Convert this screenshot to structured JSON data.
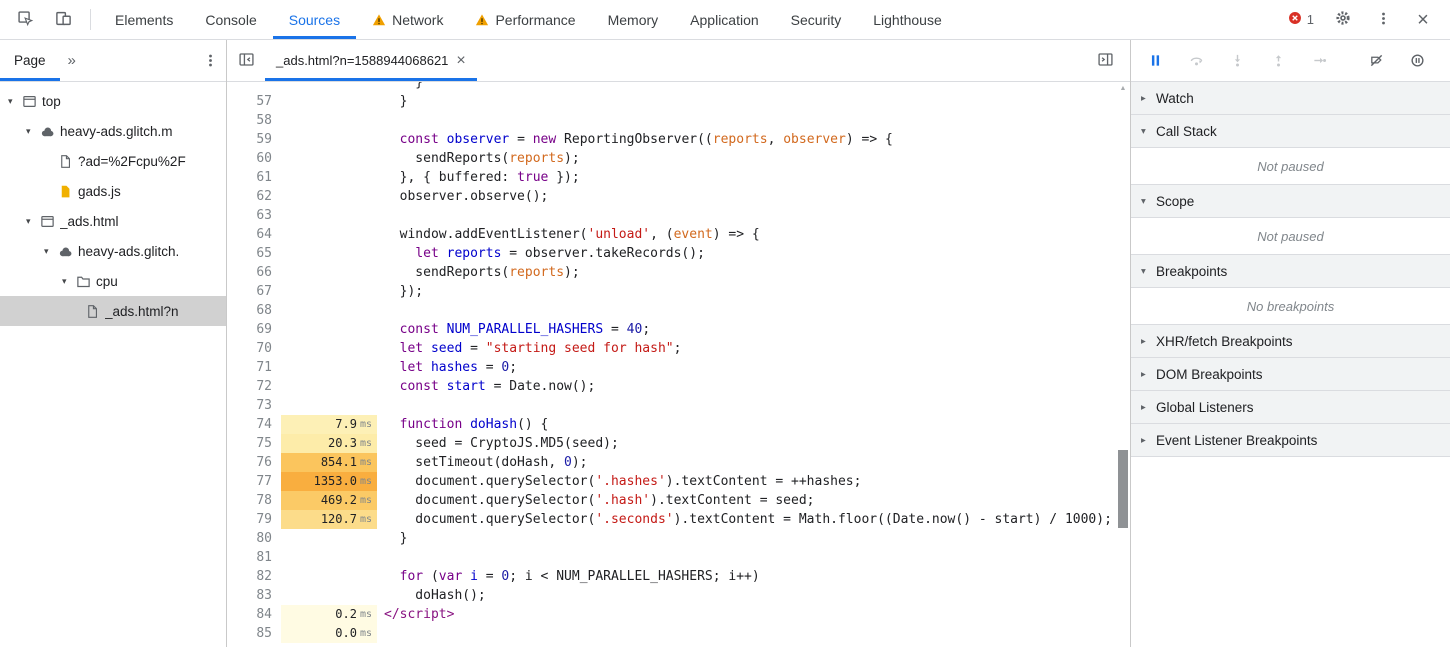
{
  "colors": {
    "accent": "#1a73e8",
    "warning": "#f0a000",
    "error": "#d93025",
    "selection": "#d1d1d1"
  },
  "main_toolbar": {
    "tabs": [
      {
        "label": "Elements"
      },
      {
        "label": "Console"
      },
      {
        "label": "Sources",
        "active": true
      },
      {
        "label": "Network",
        "warning": true
      },
      {
        "label": "Performance",
        "warning": true
      },
      {
        "label": "Memory"
      },
      {
        "label": "Application"
      },
      {
        "label": "Security"
      },
      {
        "label": "Lighthouse"
      }
    ],
    "error_count": "1"
  },
  "navigator": {
    "active_tab": "Page",
    "overflow_chevron": "»",
    "tree": [
      {
        "label": "top",
        "icon": "frame-icon",
        "level": 0,
        "expanded": true
      },
      {
        "label": "heavy-ads.glitch.m",
        "icon": "cloud-icon",
        "level": 1,
        "expanded": true
      },
      {
        "label": "?ad=%2Fcpu%2F",
        "icon": "file-icon",
        "level": 2
      },
      {
        "label": "gads.js",
        "icon": "js-file-icon",
        "level": 2
      },
      {
        "label": "_ads.html",
        "icon": "frame-icon",
        "level": 1,
        "expanded": true
      },
      {
        "label": "heavy-ads.glitch.",
        "icon": "cloud-icon",
        "level": 2,
        "expanded": true
      },
      {
        "label": "cpu",
        "icon": "folder-icon",
        "level": 3,
        "expanded": true
      },
      {
        "label": "_ads.html?n",
        "icon": "file-icon",
        "level": 3.5,
        "selected": true
      }
    ]
  },
  "editor": {
    "tab_title": "_ads.html?n=1588944068621",
    "perf_unit": "ms",
    "lines": [
      {
        "num": "",
        "tokens": [
          [
            "    }",
            "p"
          ]
        ]
      },
      {
        "num": "57",
        "tokens": [
          [
            "  }",
            "p"
          ]
        ]
      },
      {
        "num": "58",
        "tokens": []
      },
      {
        "num": "59",
        "tokens": [
          [
            "  ",
            "p"
          ],
          [
            "const",
            "k"
          ],
          [
            " ",
            "p"
          ],
          [
            "observer",
            "d"
          ],
          [
            " = ",
            "p"
          ],
          [
            "new",
            "k"
          ],
          [
            " ReportingObserver((",
            "p"
          ],
          [
            "reports",
            "a"
          ],
          [
            ", ",
            "p"
          ],
          [
            "observer",
            "a"
          ],
          [
            ") => {",
            "p"
          ]
        ]
      },
      {
        "num": "60",
        "tokens": [
          [
            "    sendReports(",
            "p"
          ],
          [
            "reports",
            "a"
          ],
          [
            ");",
            "p"
          ]
        ]
      },
      {
        "num": "61",
        "tokens": [
          [
            "  }, { buffered: ",
            "p"
          ],
          [
            "true",
            "k"
          ],
          [
            " });",
            "p"
          ]
        ]
      },
      {
        "num": "62",
        "tokens": [
          [
            "  observer.observe();",
            "p"
          ]
        ]
      },
      {
        "num": "63",
        "tokens": []
      },
      {
        "num": "64",
        "tokens": [
          [
            "  window.addEventListener(",
            "p"
          ],
          [
            "'unload'",
            "s"
          ],
          [
            ", (",
            "p"
          ],
          [
            "event",
            "a"
          ],
          [
            ") => {",
            "p"
          ]
        ]
      },
      {
        "num": "65",
        "tokens": [
          [
            "    ",
            "p"
          ],
          [
            "let",
            "k"
          ],
          [
            " ",
            "p"
          ],
          [
            "reports",
            "d"
          ],
          [
            " = observer.takeRecords();",
            "p"
          ]
        ]
      },
      {
        "num": "66",
        "tokens": [
          [
            "    sendReports(",
            "p"
          ],
          [
            "reports",
            "a"
          ],
          [
            ");",
            "p"
          ]
        ]
      },
      {
        "num": "67",
        "tokens": [
          [
            "  });",
            "p"
          ]
        ]
      },
      {
        "num": "68",
        "tokens": []
      },
      {
        "num": "69",
        "tokens": [
          [
            "  ",
            "p"
          ],
          [
            "const",
            "k"
          ],
          [
            " ",
            "p"
          ],
          [
            "NUM_PARALLEL_HASHERS",
            "d"
          ],
          [
            " = ",
            "p"
          ],
          [
            "40",
            "n"
          ],
          [
            ";",
            "p"
          ]
        ]
      },
      {
        "num": "70",
        "tokens": [
          [
            "  ",
            "p"
          ],
          [
            "let",
            "k"
          ],
          [
            " ",
            "p"
          ],
          [
            "seed",
            "d"
          ],
          [
            " = ",
            "p"
          ],
          [
            "\"starting seed for hash\"",
            "s"
          ],
          [
            ";",
            "p"
          ]
        ]
      },
      {
        "num": "71",
        "tokens": [
          [
            "  ",
            "p"
          ],
          [
            "let",
            "k"
          ],
          [
            " ",
            "p"
          ],
          [
            "hashes",
            "d"
          ],
          [
            " = ",
            "p"
          ],
          [
            "0",
            "n"
          ],
          [
            ";",
            "p"
          ]
        ]
      },
      {
        "num": "72",
        "tokens": [
          [
            "  ",
            "p"
          ],
          [
            "const",
            "k"
          ],
          [
            " ",
            "p"
          ],
          [
            "start",
            "d"
          ],
          [
            " = Date.now();",
            "p"
          ]
        ]
      },
      {
        "num": "73",
        "tokens": []
      },
      {
        "num": "74",
        "perf": {
          "value": "7.9",
          "bg": "#fdf0b6"
        },
        "tokens": [
          [
            "  ",
            "p"
          ],
          [
            "function",
            "k"
          ],
          [
            " ",
            "p"
          ],
          [
            "doHash",
            "d"
          ],
          [
            "() {",
            "p"
          ]
        ]
      },
      {
        "num": "75",
        "perf": {
          "value": "20.3",
          "bg": "#fdeca9"
        },
        "tokens": [
          [
            "    seed = CryptoJS.MD5(seed);",
            "p"
          ]
        ]
      },
      {
        "num": "76",
        "perf": {
          "value": "854.1",
          "bg": "#fbc55d"
        },
        "tokens": [
          [
            "    setTimeout(doHash, ",
            "p"
          ],
          [
            "0",
            "n"
          ],
          [
            ");",
            "p"
          ]
        ]
      },
      {
        "num": "77",
        "perf": {
          "value": "1353.0",
          "bg": "#f9ae3f"
        },
        "tokens": [
          [
            "    document.querySelector(",
            "p"
          ],
          [
            "'.hashes'",
            "s"
          ],
          [
            ").textContent = ++hashes;",
            "p"
          ]
        ]
      },
      {
        "num": "78",
        "perf": {
          "value": "469.2",
          "bg": "#fbca66"
        },
        "tokens": [
          [
            "    document.querySelector(",
            "p"
          ],
          [
            "'.hash'",
            "s"
          ],
          [
            ").textContent = seed;",
            "p"
          ]
        ]
      },
      {
        "num": "79",
        "perf": {
          "value": "120.7",
          "bg": "#fcdc8a"
        },
        "tokens": [
          [
            "    document.querySelector(",
            "p"
          ],
          [
            "'.seconds'",
            "s"
          ],
          [
            ").textContent = Math.floor((Date.now() - start) / 1000);",
            "p"
          ]
        ]
      },
      {
        "num": "80",
        "tokens": [
          [
            "  }",
            "p"
          ]
        ]
      },
      {
        "num": "81",
        "tokens": []
      },
      {
        "num": "82",
        "tokens": [
          [
            "  ",
            "p"
          ],
          [
            "for",
            "k"
          ],
          [
            " (",
            "p"
          ],
          [
            "var",
            "k"
          ],
          [
            " ",
            "p"
          ],
          [
            "i",
            "d"
          ],
          [
            " = ",
            "p"
          ],
          [
            "0",
            "n"
          ],
          [
            "; i < NUM_PARALLEL_HASHERS; i++)",
            "p"
          ]
        ]
      },
      {
        "num": "83",
        "tokens": [
          [
            "    doHash();",
            "p"
          ]
        ]
      },
      {
        "num": "84",
        "perf": {
          "value": "0.2",
          "bg": "#fffbe3"
        },
        "tokens": [
          [
            "</script>",
            "t"
          ]
        ]
      },
      {
        "num": "85",
        "perf": {
          "value": "0.0",
          "bg": "#fffbe3"
        },
        "tokens": []
      }
    ]
  },
  "debugger_panel": {
    "toolbar_icons": [
      {
        "name": "pause-icon",
        "state": "accent"
      },
      {
        "name": "step-over-icon",
        "state": "disabled"
      },
      {
        "name": "step-into-icon",
        "state": "disabled"
      },
      {
        "name": "step-out-icon",
        "state": "disabled"
      },
      {
        "name": "step-icon",
        "state": "disabled"
      },
      {
        "name": "deactivate-breakpoints-icon",
        "state": "enabled"
      },
      {
        "name": "pause-on-exceptions-icon",
        "state": "enabled"
      }
    ],
    "sections": [
      {
        "label": "Watch",
        "expanded": false
      },
      {
        "label": "Call Stack",
        "expanded": true,
        "body": "Not paused"
      },
      {
        "label": "Scope",
        "expanded": true,
        "body": "Not paused"
      },
      {
        "label": "Breakpoints",
        "expanded": true,
        "body": "No breakpoints"
      },
      {
        "label": "XHR/fetch Breakpoints",
        "expanded": false
      },
      {
        "label": "DOM Breakpoints",
        "expanded": false
      },
      {
        "label": "Global Listeners",
        "expanded": false
      },
      {
        "label": "Event Listener Breakpoints",
        "expanded": false
      }
    ]
  }
}
